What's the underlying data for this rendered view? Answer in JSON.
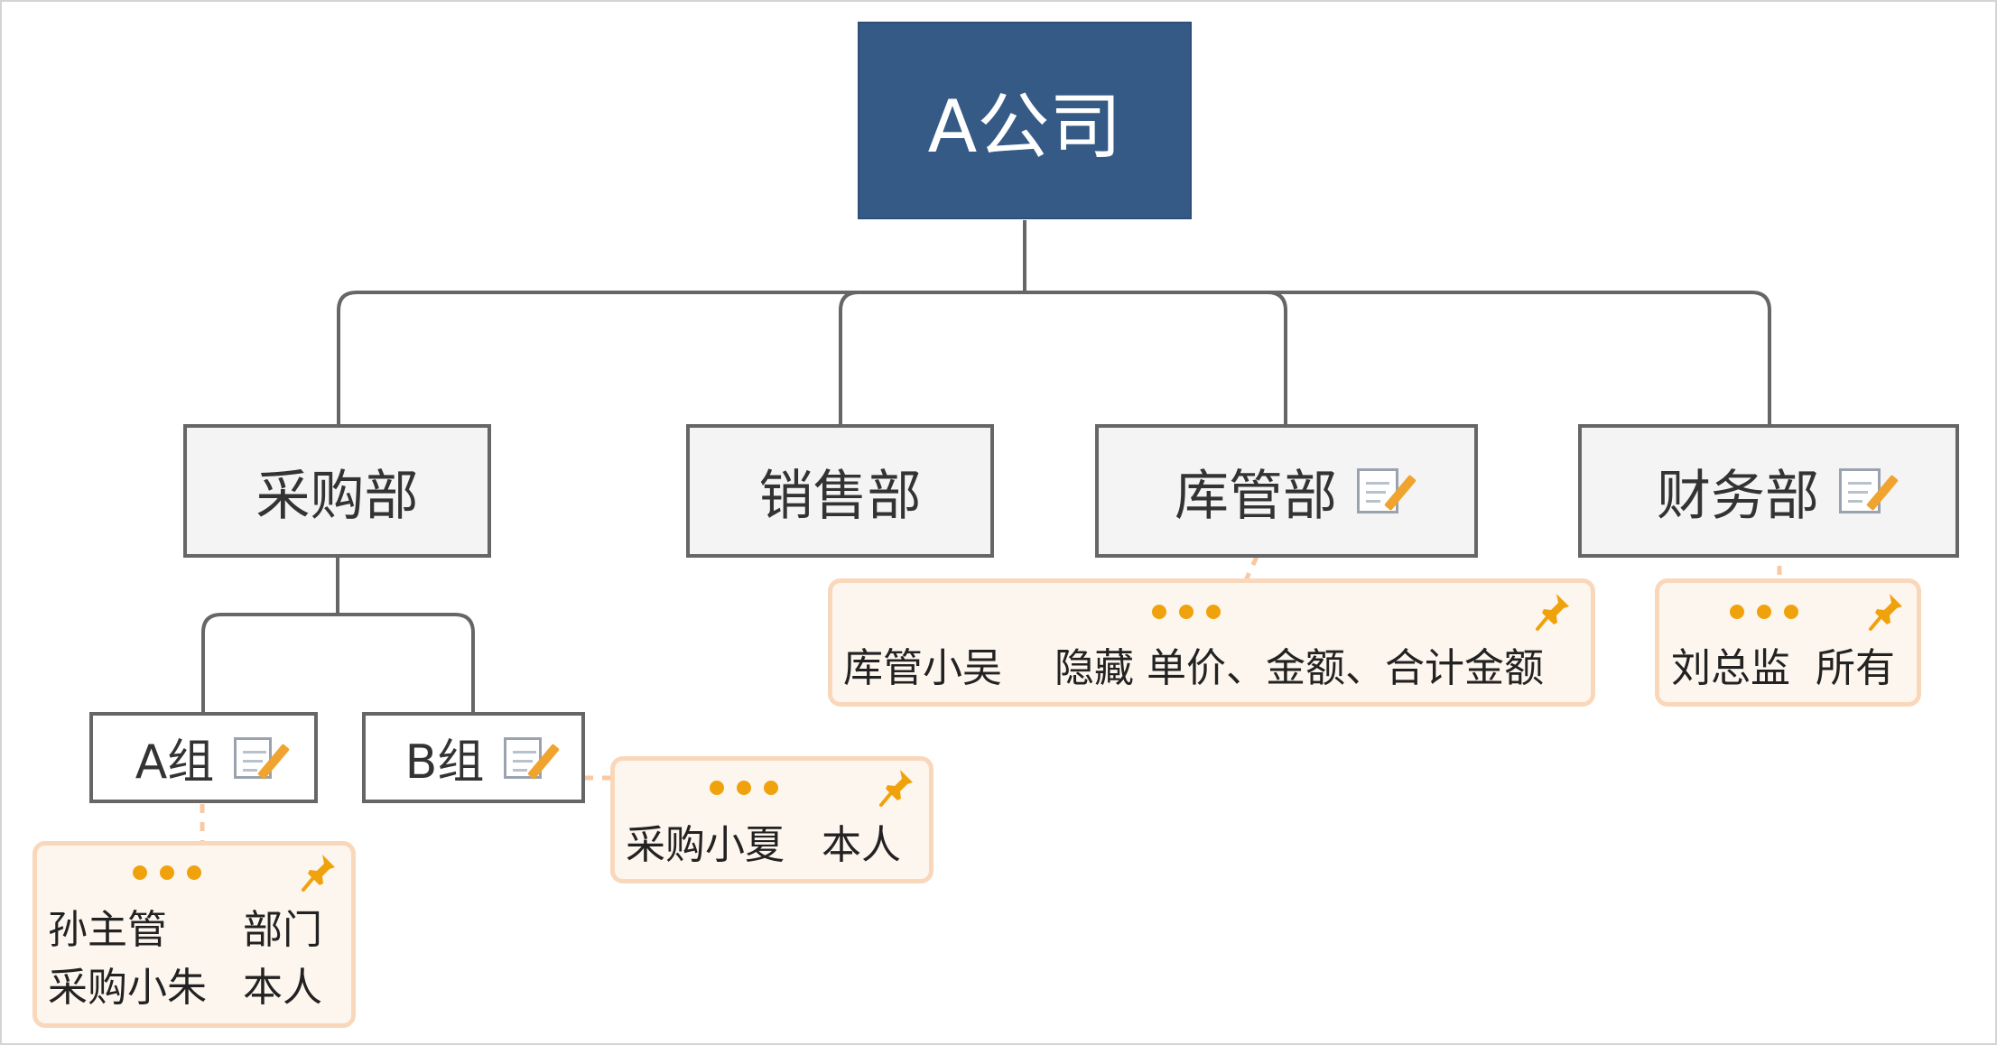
{
  "company": {
    "label": "A公司"
  },
  "departments": {
    "purchasing": {
      "label": "采购部"
    },
    "sales": {
      "label": "销售部"
    },
    "warehouse": {
      "label": "库管部"
    },
    "finance": {
      "label": "财务部"
    }
  },
  "groups": {
    "a": {
      "label": "A组"
    },
    "b": {
      "label": "B组"
    }
  },
  "notes": {
    "warehouse": {
      "line1_person": "库管小吴",
      "line1_scope": "隐藏 单价、金额、合计金额"
    },
    "finance": {
      "line1_person": "刘总监",
      "line1_scope": "所有"
    },
    "group_b": {
      "line1_person": "采购小夏",
      "line1_scope": "本人"
    },
    "group_a": {
      "line1_person": "孙主管",
      "line1_scope": "部门",
      "line2_person": "采购小朱",
      "line2_scope": "本人"
    }
  },
  "colors": {
    "root_fill": "#355a86",
    "connector": "#666666",
    "note_border": "#f9d7bb",
    "note_fill": "#fdf6ef",
    "accent": "#f0a20c"
  },
  "icons": [
    "note-icon",
    "pin-icon",
    "more-dots-icon"
  ]
}
